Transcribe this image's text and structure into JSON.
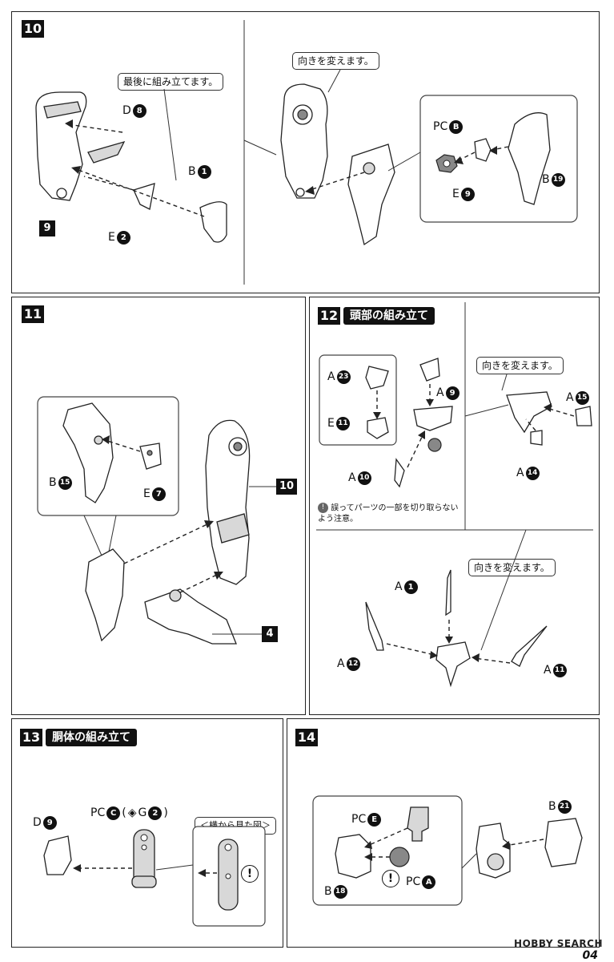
{
  "steps": {
    "s10": "10",
    "s11": "11",
    "s12": "12",
    "s13": "13",
    "s14": "14"
  },
  "titles": {
    "head": "頭部の組み立て",
    "torso": "胴体の組み立て"
  },
  "callouts": {
    "last_assemble": "最後に組み立てます。",
    "turn_10": "向きを変えます。",
    "turn_12a": "向きを変えます。",
    "turn_12b": "向きを変えます。",
    "side_view": "＜横から見た図＞"
  },
  "labels": {
    "p10_D8": {
      "letter": "D",
      "num": "8"
    },
    "p10_B1": {
      "letter": "B",
      "num": "1"
    },
    "p10_E2": {
      "letter": "E",
      "num": "2"
    },
    "p10_sub9": "9",
    "p10_PCB": {
      "letter": "PC",
      "num": "B"
    },
    "p10_E9": {
      "letter": "E",
      "num": "9"
    },
    "p10_B19": {
      "letter": "B",
      "num": "19"
    },
    "p11_B15": {
      "letter": "B",
      "num": "15"
    },
    "p11_E7": {
      "letter": "E",
      "num": "7"
    },
    "p11_sub10": "10",
    "p11_sub4": "4",
    "p12_A23": {
      "letter": "A",
      "num": "23"
    },
    "p12_E11": {
      "letter": "E",
      "num": "11"
    },
    "p12_A9": {
      "letter": "A",
      "num": "9"
    },
    "p12_A10": {
      "letter": "A",
      "num": "10"
    },
    "p12_A15": {
      "letter": "A",
      "num": "15"
    },
    "p12_A14": {
      "letter": "A",
      "num": "14"
    },
    "p12_A1": {
      "letter": "A",
      "num": "1"
    },
    "p12_A12": {
      "letter": "A",
      "num": "12"
    },
    "p12_A11": {
      "letter": "A",
      "num": "11"
    },
    "p13_D9": {
      "letter": "D",
      "num": "9"
    },
    "p13_PCC": {
      "letter": "PC",
      "num": "C",
      "extra_open": "(",
      "extra_letter": "G",
      "extra_num": "2",
      "extra_close": ")"
    },
    "p14_PCE": {
      "letter": "PC",
      "num": "E"
    },
    "p14_B18": {
      "letter": "B",
      "num": "18"
    },
    "p14_PCA": {
      "letter": "PC",
      "num": "A"
    },
    "p14_B21": {
      "letter": "B",
      "num": "21"
    }
  },
  "notes": {
    "p12_caution_line1": "誤ってパーツの一部を切り取らない",
    "p12_caution_line2": "よう注意。"
  },
  "icons": {
    "caution": "!",
    "gate_icon": "◈"
  },
  "footer": {
    "watermark": "HOBBY SEARCH",
    "page": "04"
  }
}
